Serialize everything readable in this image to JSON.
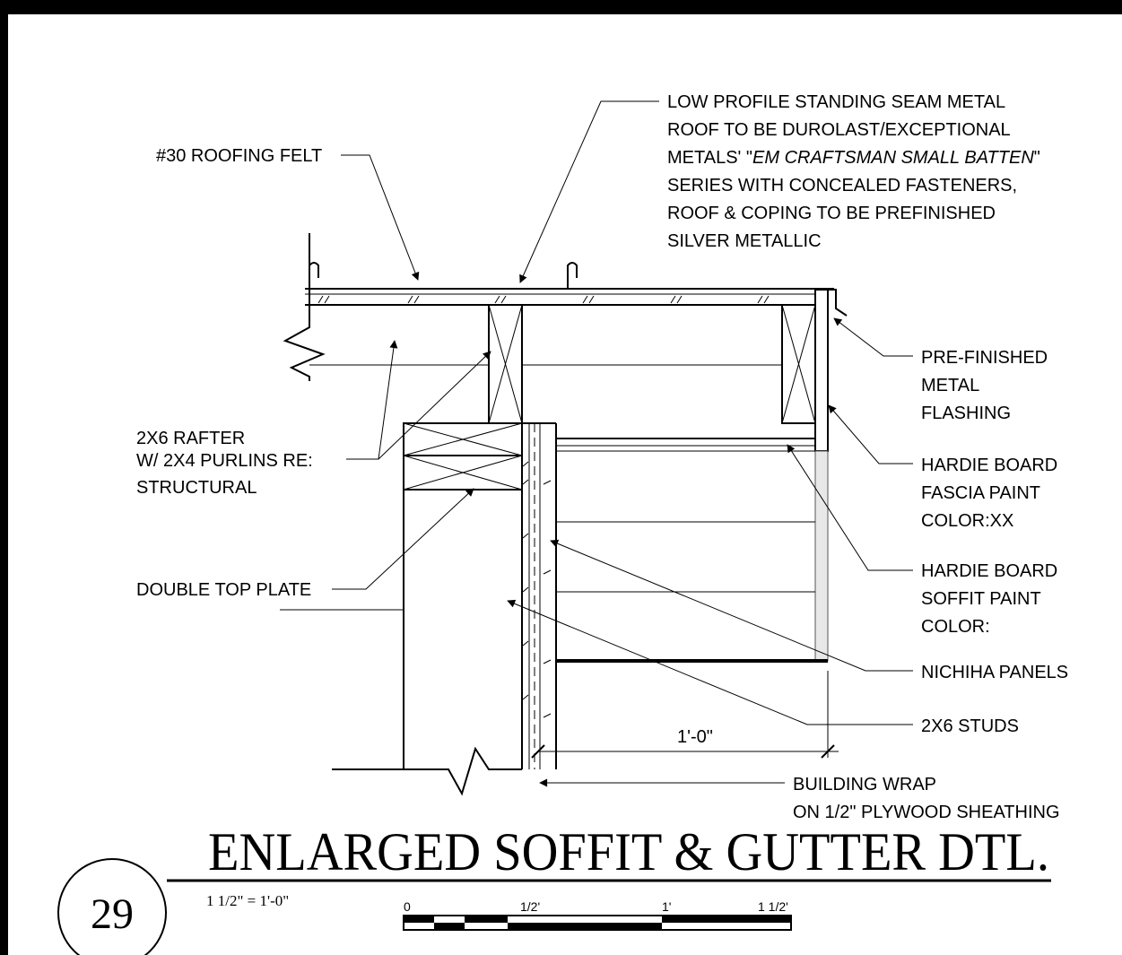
{
  "title": "ENLARGED SOFFIT & GUTTER DTL.",
  "detail_number": "29",
  "scale_text": "1 1/2\" = 1'-0\"",
  "scale_bar": {
    "ticks": [
      "0",
      "1/2'",
      "1'",
      "1 1/2'"
    ]
  },
  "dimension": "1'-0\"",
  "notes": {
    "roof_felt": "#30 ROOFING FELT",
    "metal_roof": {
      "line1": "LOW PROFILE STANDING SEAM METAL",
      "line2": "ROOF TO BE DUROLAST/EXCEPTIONAL",
      "line3_pre": "METALS' \"",
      "line3_italic": "EM CRAFTSMAN SMALL BATTEN",
      "line3_post": "\"",
      "line4": "SERIES WITH CONCEALED FASTENERS,",
      "line5": "ROOF & COPING TO BE PREFINISHED",
      "line6": "SILVER METALLIC"
    },
    "flashing": [
      "PRE-FINISHED",
      "METAL",
      "FLASHING"
    ],
    "fascia": [
      "HARDIE BOARD",
      "FASCIA PAINT",
      "COLOR:XX"
    ],
    "soffit": [
      "HARDIE BOARD",
      "SOFFIT PAINT",
      "COLOR:"
    ],
    "nichiha": "NICHIHA PANELS",
    "studs": "2X6 STUDS",
    "wrap": [
      "BUILDING WRAP",
      "ON 1/2\" PLYWOOD SHEATHING"
    ],
    "rafter": [
      "2X6 RAFTER",
      "W/ 2X4 PURLINS RE:",
      "STRUCTURAL"
    ],
    "top_plate": "DOUBLE TOP PLATE"
  }
}
